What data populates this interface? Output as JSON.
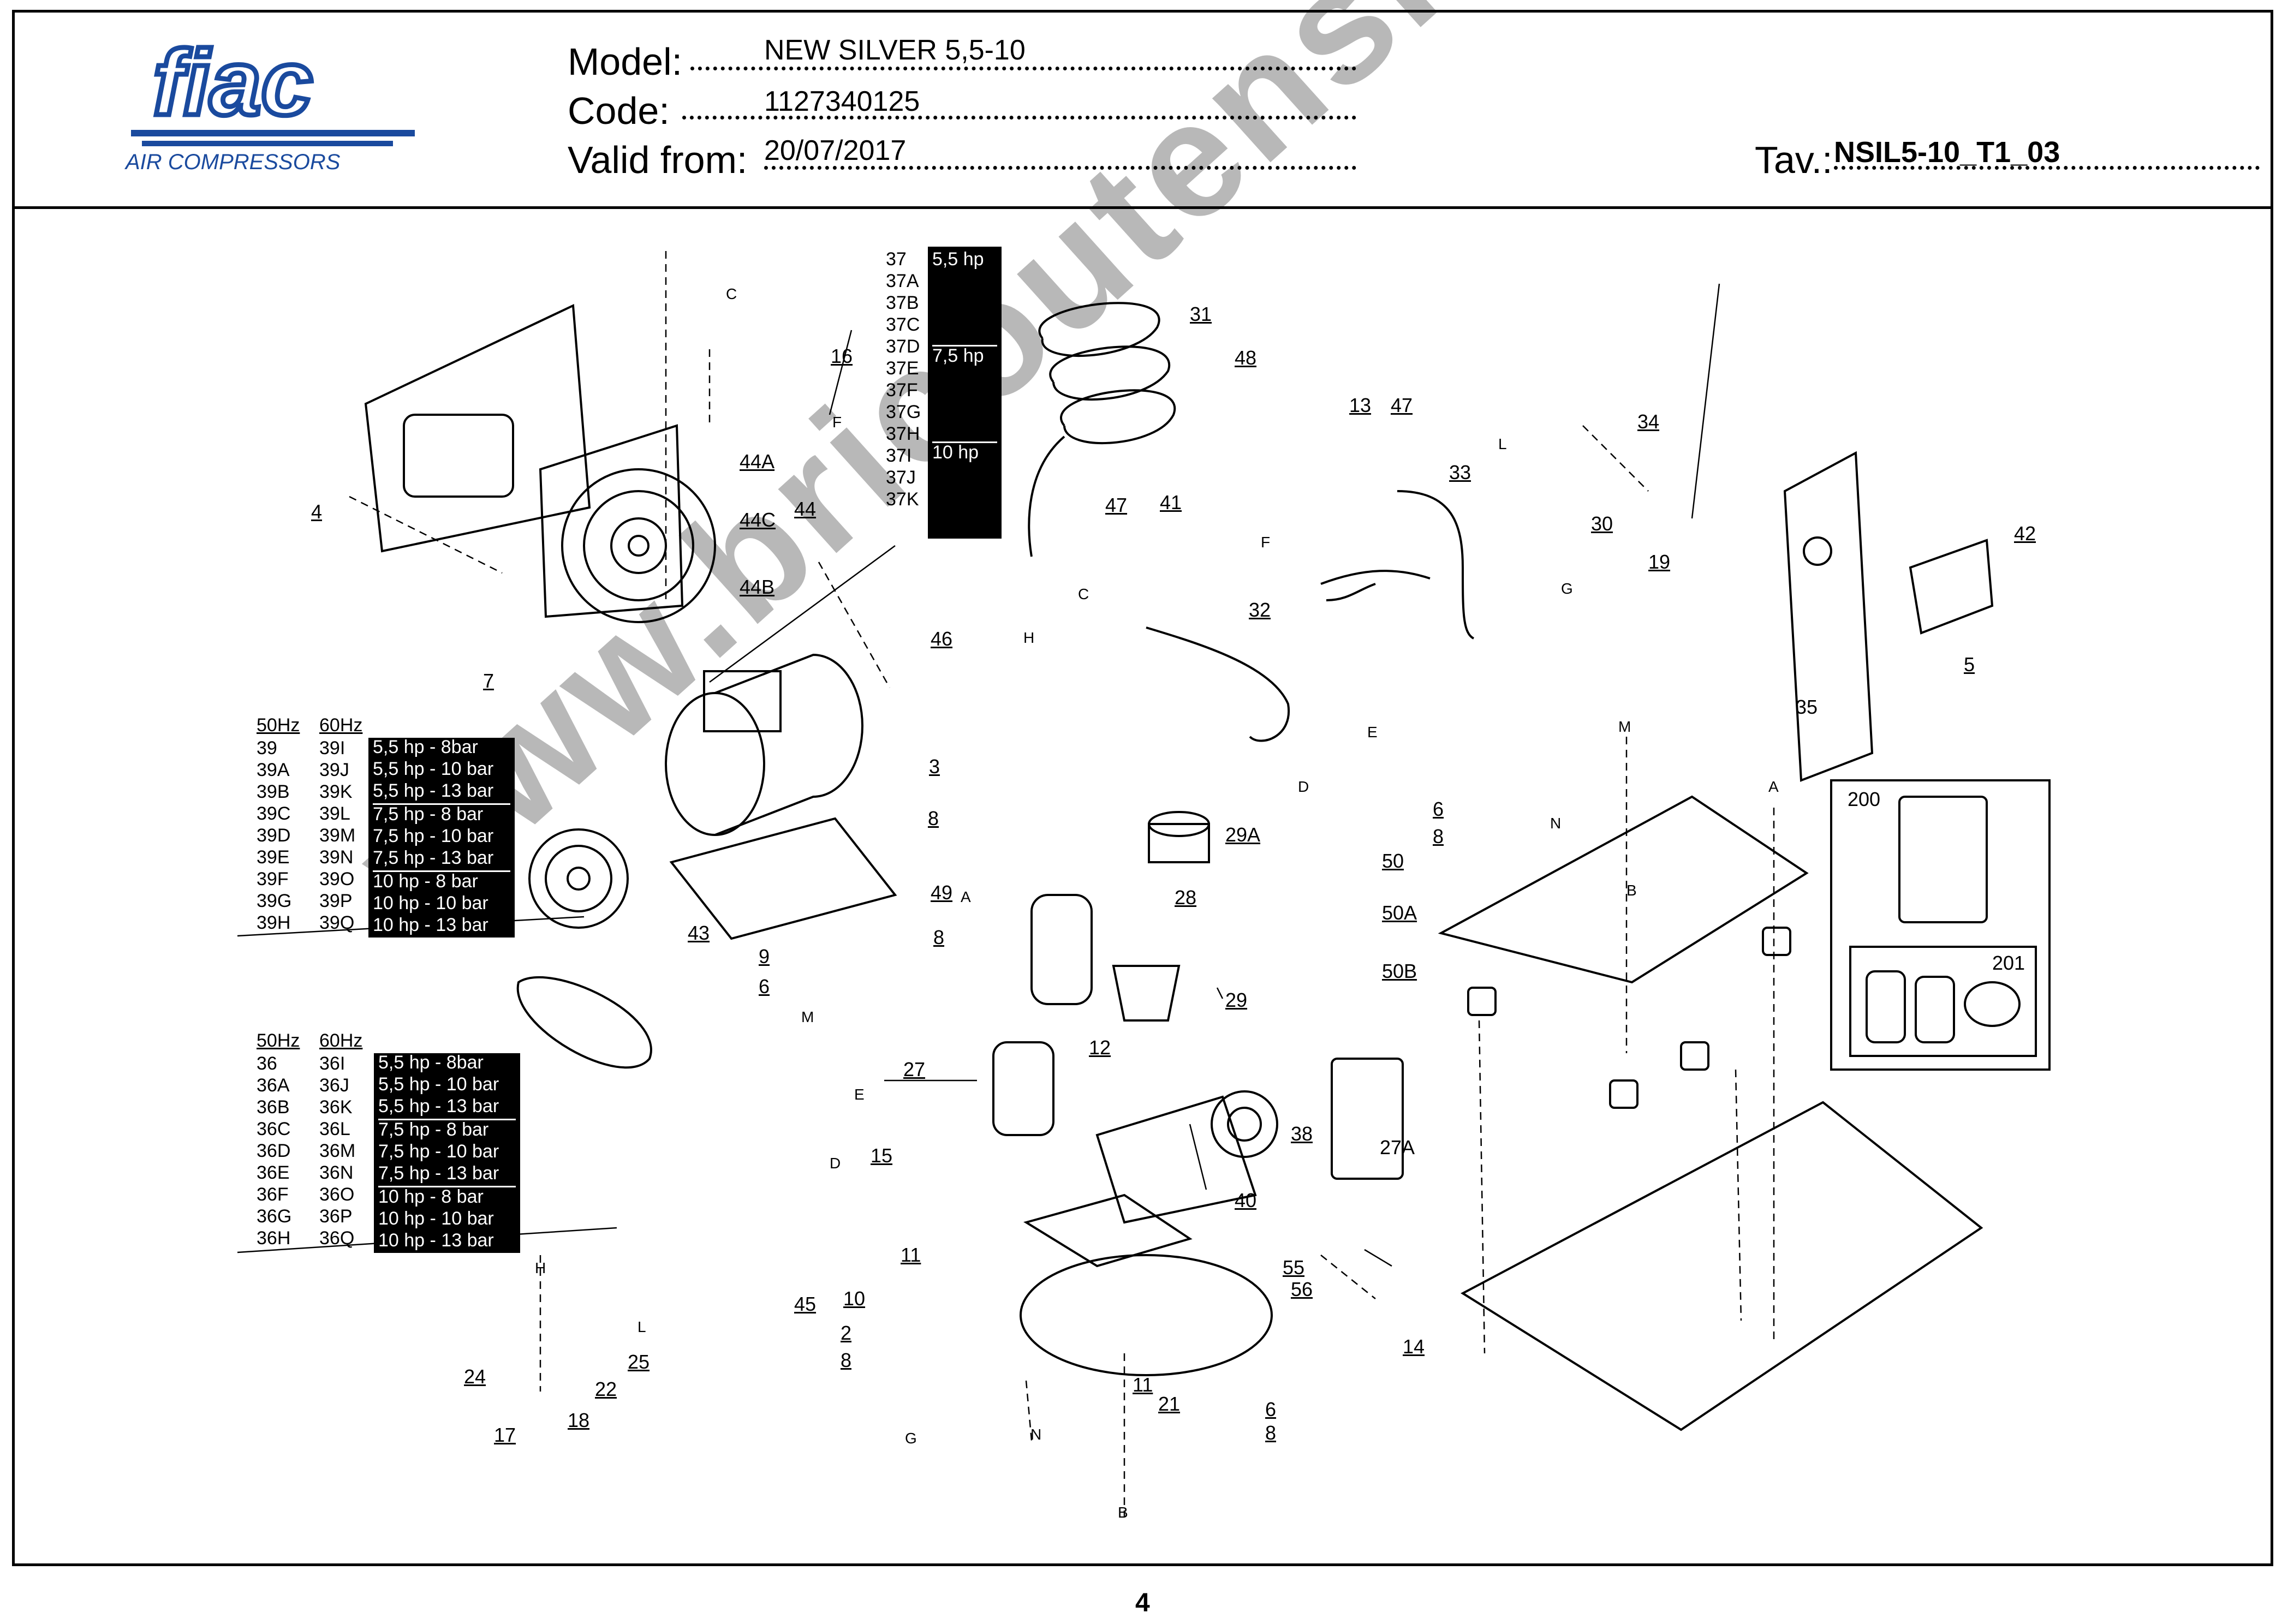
{
  "header": {
    "brand": "fiac",
    "brand_sub": "AIR COMPRESSORS",
    "model_label": "Model:",
    "model_value": "NEW SILVER 5,5-10",
    "code_label": "Code:",
    "code_value": "1127340125",
    "valid_label": "Valid from:",
    "valid_value": "20/07/2017",
    "tav_label": "Tav.:",
    "tav_value": "NSIL5-10_T1_03"
  },
  "watermark": "www.bricoutensili.com",
  "page_number": "4",
  "motor_table": {
    "codes": [
      "37",
      "37A",
      "37B",
      "37C",
      "37D",
      "37E",
      "37F",
      "37G",
      "37H",
      "37I",
      "37J",
      "37K"
    ],
    "groups": [
      "5,5 hp",
      "7,5 hp",
      "10 hp"
    ]
  },
  "pulley_table": {
    "col1_header": "50Hz",
    "col2_header": "60Hz",
    "col1": [
      "39",
      "39A",
      "39B",
      "39C",
      "39D",
      "39E",
      "39F",
      "39G",
      "39H"
    ],
    "col2": [
      "39I",
      "39J",
      "39K",
      "39L",
      "39M",
      "39N",
      "39O",
      "39P",
      "39Q"
    ],
    "desc": [
      "5,5 hp - 8bar",
      "5,5 hp - 10 bar",
      "5,5 hp - 13 bar",
      "7,5 hp - 8 bar",
      "7,5 hp - 10 bar",
      "7,5 hp - 13 bar",
      "10 hp - 8 bar",
      "10 hp - 10 bar",
      "10 hp - 13 bar"
    ]
  },
  "belt_table": {
    "col1_header": "50Hz",
    "col2_header": "60Hz",
    "col1": [
      "36",
      "36A",
      "36B",
      "36C",
      "36D",
      "36E",
      "36F",
      "36G",
      "36H"
    ],
    "col2": [
      "36I",
      "36J",
      "36K",
      "36L",
      "36M",
      "36N",
      "36O",
      "36P",
      "36Q"
    ],
    "desc": [
      "5,5 hp - 8bar",
      "5,5 hp - 10 bar",
      "5,5 hp - 13 bar",
      "7,5 hp - 8 bar",
      "7,5 hp - 10 bar",
      "7,5 hp - 13 bar",
      "10 hp - 8 bar",
      "10 hp - 10 bar",
      "10 hp - 13 bar"
    ]
  },
  "callouts": {
    "c16": "16",
    "c44a": "44A",
    "c44c": "44C",
    "c44": "44",
    "c44b": "44B",
    "c4": "4",
    "c7": "7",
    "c31": "31",
    "c48": "48",
    "c13": "13",
    "c47a": "47",
    "c47b": "47",
    "c41": "41",
    "c33": "33",
    "c34": "34",
    "c30": "30",
    "c19": "19",
    "c42": "42",
    "c5": "5",
    "c35": "35",
    "c32": "32",
    "c46": "46",
    "c3": "3",
    "c8a": "8",
    "c29a": "29A",
    "c28": "28",
    "c49": "49",
    "c8b": "8",
    "c43": "43",
    "c9": "9",
    "c6a": "6",
    "c29": "29",
    "c12": "12",
    "c27": "27",
    "c38": "38",
    "c15": "15",
    "c40": "40",
    "c11a": "11",
    "c45": "45",
    "c10": "10",
    "c55": "55",
    "c56": "56",
    "c2": "2",
    "c8c": "8",
    "c14": "14",
    "c11b": "11",
    "c21": "21",
    "c6b": "6",
    "c8d": "8",
    "c24": "24",
    "c22": "22",
    "c25": "25",
    "c18": "18",
    "c17": "17",
    "c6c": "6",
    "c8e": "8",
    "c50": "50",
    "c50a": "50A",
    "c50b": "50B",
    "c200": "200",
    "c201": "201",
    "c27a": "27A"
  },
  "letters": {
    "C1": "C",
    "F1": "F",
    "H1": "H",
    "F2": "F",
    "C2": "C",
    "E1": "E",
    "D1": "D",
    "G1": "G",
    "L1": "L",
    "M1": "M",
    "N1": "N",
    "A1": "A",
    "B1": "B",
    "A2": "A",
    "M2": "M",
    "E2": "E",
    "D2": "D",
    "H2": "H",
    "L2": "L",
    "G2": "G",
    "N2": "N",
    "B2": "B"
  }
}
